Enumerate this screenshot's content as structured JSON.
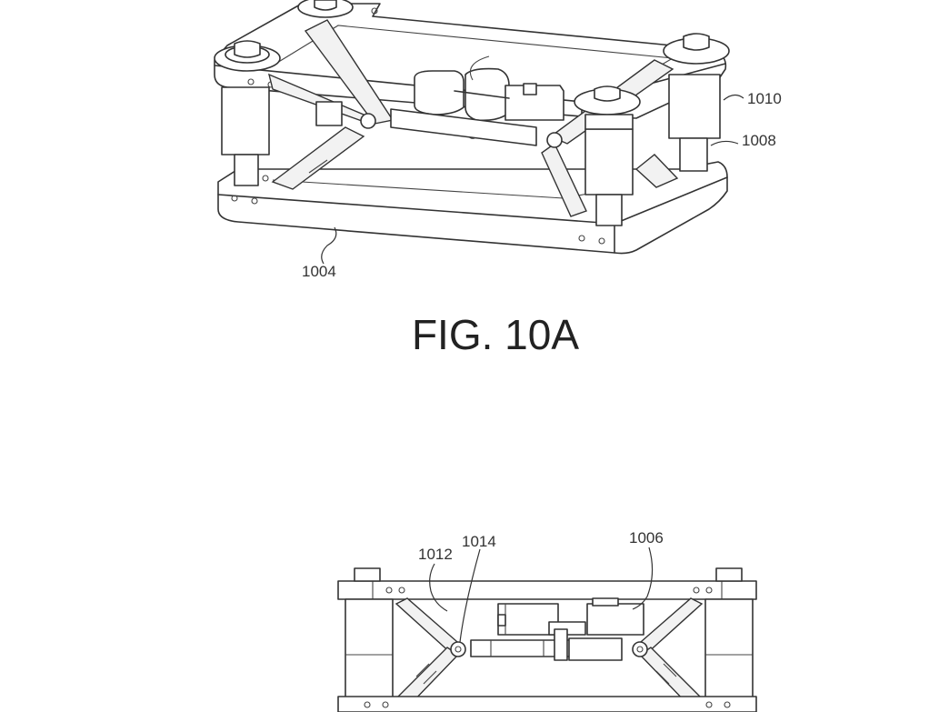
{
  "figures": [
    {
      "caption": "FIG. 10A",
      "reference_labels": [
        "1010",
        "1008",
        "1004"
      ]
    },
    {
      "caption": "",
      "reference_labels": [
        "1012",
        "1014",
        "1006"
      ]
    }
  ]
}
